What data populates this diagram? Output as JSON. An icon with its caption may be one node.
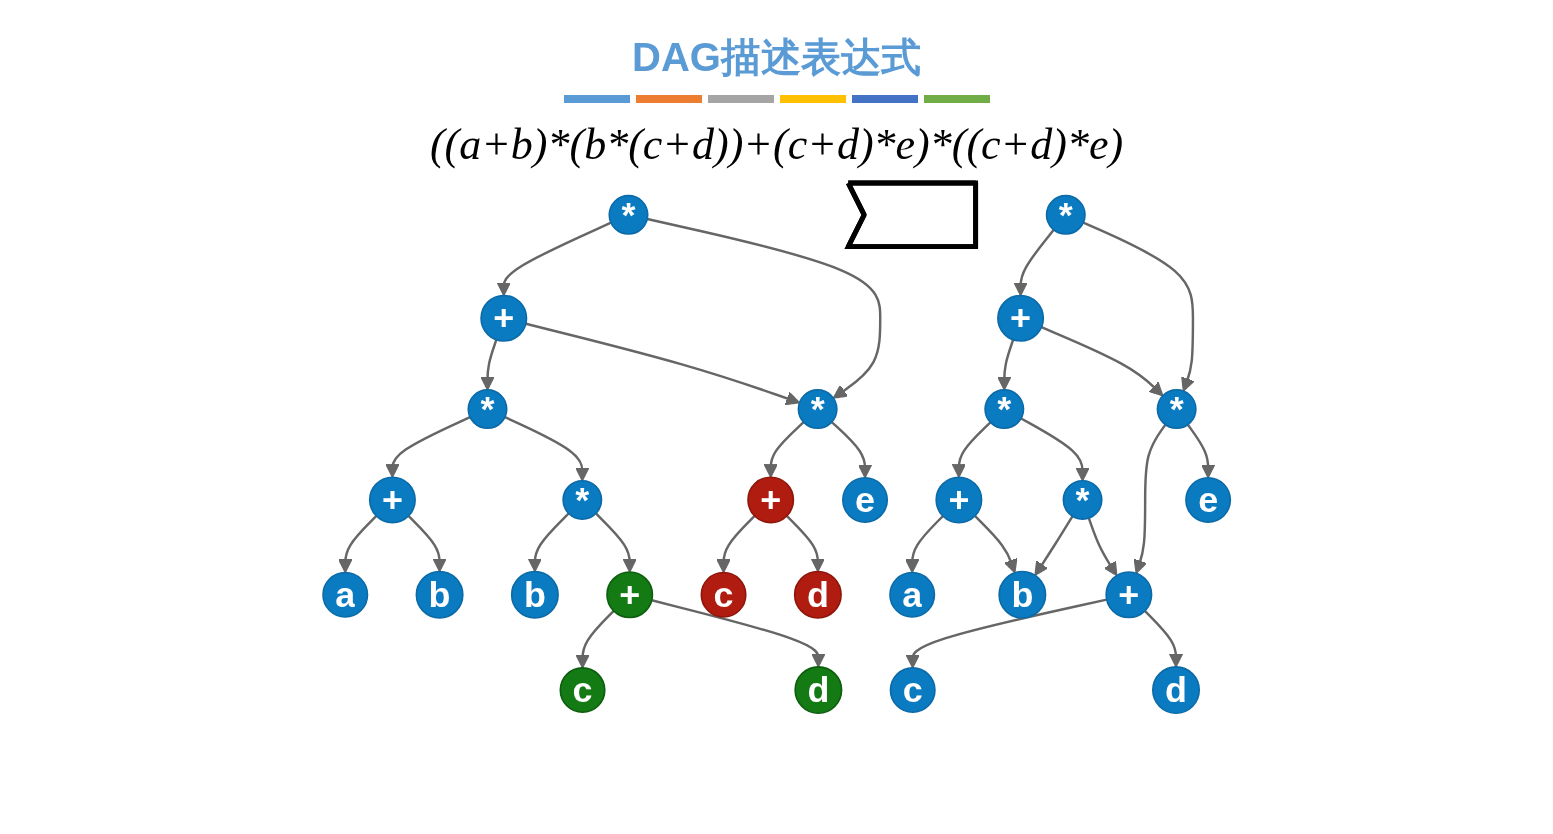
{
  "diagram": {
    "title": "DAG描述表达式",
    "nodes": [
      {
        "text": [
          "*"
        ]
      },
      {
        "text": [
          "+"
        ]
      },
      {
        "text": [
          "*"
        ]
      },
      {
        "text": [
          "*"
        ]
      },
      {
        "text": [
          "+"
        ]
      },
      {
        "text": [
          "*"
        ]
      },
      {
        "text": [
          "+"
        ]
      },
      {
        "text": [
          "e"
        ]
      },
      {
        "text": [
          "a"
        ]
      },
      {
        "text": [
          "b"
        ]
      },
      {
        "text": [
          "b"
        ]
      },
      {
        "text": [
          "+"
        ]
      },
      {
        "text": [
          "c"
        ]
      },
      {
        "text": [
          "d"
        ]
      },
      {
        "text": [
          "c"
        ]
      },
      {
        "text": [
          "d"
        ]
      },
      {
        "text": [],
        "shape": "arrow"
      },
      {
        "text": [
          "*"
        ]
      },
      {
        "text": [
          "+"
        ]
      },
      {
        "text": [
          "*"
        ]
      },
      {
        "text": [
          "*"
        ]
      },
      {
        "text": [
          "+"
        ]
      },
      {
        "text": [
          "*"
        ]
      },
      {
        "text": [
          "+"
        ]
      },
      {
        "text": [
          "e"
        ]
      },
      {
        "text": [
          "a"
        ]
      },
      {
        "text": [
          "b"
        ]
      },
      {
        "text": [
          "c"
        ]
      },
      {
        "text": [
          "d"
        ]
      }
    ],
    "edges": [
      {
        "from": 0,
        "to": 1,
        "arrow": "to"
      },
      {
        "from": 0,
        "to": 3,
        "arrow": "to"
      },
      {
        "from": 1,
        "to": 2,
        "arrow": "to"
      },
      {
        "from": 1,
        "to": 3,
        "arrow": "to"
      },
      {
        "from": 2,
        "to": 4,
        "arrow": "to"
      },
      {
        "from": 2,
        "to": 5,
        "arrow": "to"
      },
      {
        "from": 3,
        "to": 6,
        "arrow": "to"
      },
      {
        "from": 3,
        "to": 7,
        "arrow": "to"
      },
      {
        "from": 4,
        "to": 8,
        "arrow": "to"
      },
      {
        "from": 4,
        "to": 9,
        "arrow": "to"
      },
      {
        "from": 5,
        "to": 10,
        "arrow": "to"
      },
      {
        "from": 5,
        "to": 11,
        "arrow": "to"
      },
      {
        "from": 6,
        "to": 12,
        "arrow": "to"
      },
      {
        "from": 6,
        "to": 13,
        "arrow": "to"
      },
      {
        "from": 11,
        "to": 14,
        "arrow": "to"
      },
      {
        "from": 11,
        "to": 15,
        "arrow": "to"
      },
      {
        "from": 17,
        "to": 18,
        "arrow": "to"
      },
      {
        "from": 17,
        "to": 20,
        "arrow": "to"
      },
      {
        "from": 18,
        "to": 19,
        "arrow": "to"
      },
      {
        "from": 18,
        "to": 20,
        "arrow": "to"
      },
      {
        "from": 19,
        "to": 21,
        "arrow": "to"
      },
      {
        "from": 19,
        "to": 22,
        "arrow": "to"
      },
      {
        "from": 20,
        "to": 23,
        "arrow": "to"
      },
      {
        "from": 20,
        "to": 24,
        "arrow": "to"
      },
      {
        "from": 21,
        "to": 25,
        "arrow": "to"
      },
      {
        "from": 21,
        "to": 26,
        "arrow": "to"
      },
      {
        "from": 22,
        "to": 26,
        "arrow": "to"
      },
      {
        "from": 22,
        "to": 23,
        "arrow": "to"
      },
      {
        "from": 23,
        "to": 27,
        "arrow": "to"
      },
      {
        "from": 23,
        "to": 28,
        "arrow": "to"
      }
    ],
    "labels": [
      "((a+b)*(b*(c+d))+(c+d)*e)*((c+d)*e)"
    ]
  }
}
